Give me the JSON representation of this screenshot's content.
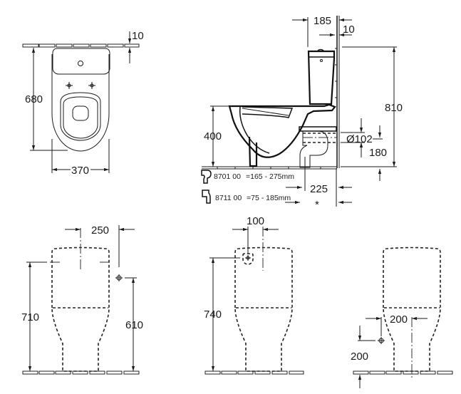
{
  "drawing": {
    "title": "Close-coupled WC dimension drawing",
    "plan_view": {
      "wall_offset": "10",
      "depth": "680",
      "width": "370"
    },
    "side_view": {
      "cistern_depth": "185",
      "wall_gap": "10",
      "total_height": "810",
      "seat_height": "400",
      "outlet_diameter": "Ø102",
      "outlet_height": "180",
      "outlet_distance": "225",
      "outlet_note": "*",
      "connectors": [
        {
          "code": "8701 00",
          "range": "=165 -  275mm"
        },
        {
          "code": "8711 00",
          "range": "=75 -   185mm"
        }
      ]
    },
    "front_view_1": {
      "cistern_offset": "250",
      "connection_height": "710",
      "water_supply_height": "610"
    },
    "front_view_2": {
      "inlet_offset": "100",
      "inlet_height": "740"
    },
    "front_view_3": {
      "supply_offset": "200",
      "supply_height": "200"
    }
  }
}
